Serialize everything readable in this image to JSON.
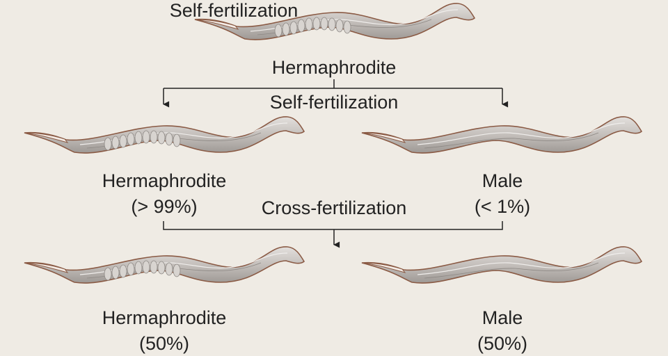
{
  "top": {
    "process": "Self-fertilization",
    "parent": "Hermaphrodite"
  },
  "gen1": {
    "process": "Self-fertilization",
    "hermaphrodite": {
      "label": "Hermaphrodite",
      "percent": "(> 99%)"
    },
    "male": {
      "label": "Male",
      "percent": "(< 1%)"
    }
  },
  "gen2": {
    "process": "Cross-fertilization",
    "hermaphrodite": {
      "label": "Hermaphrodite",
      "percent": "(50%)"
    },
    "male": {
      "label": "Male",
      "percent": "(50%)"
    }
  },
  "colors": {
    "background": "#efebe4",
    "worm_body": "#c9c4c0",
    "worm_outline": "#8a5a44",
    "line": "#222222"
  }
}
